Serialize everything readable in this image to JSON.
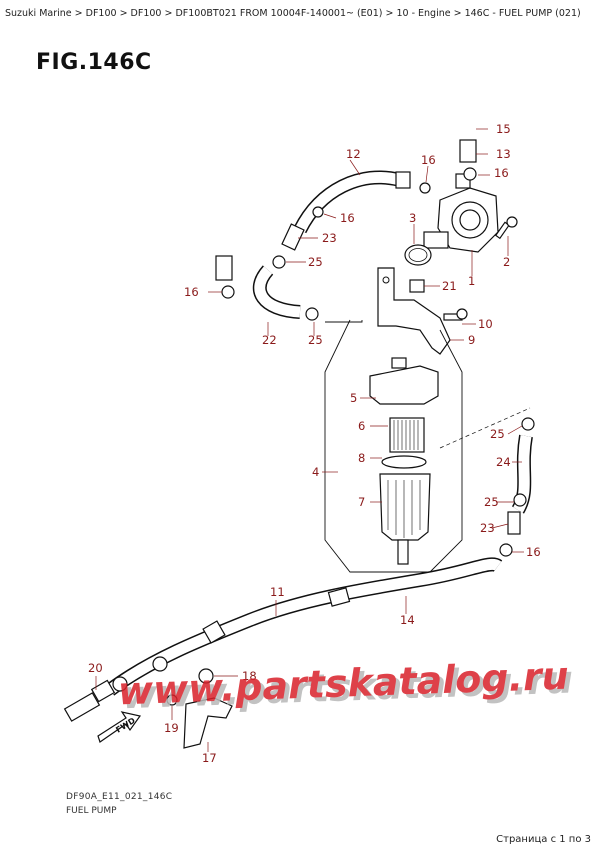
{
  "breadcrumb": "Suzuki Marine > DF100 > DF100 > DF100BT021 FROM 10004F-140001~ (E01) > 10 - Engine > 146C - FUEL PUMP (021)",
  "figure_title": "FIG.146C",
  "diagram_code": "DF90A_E11_021_146C",
  "caption": "FUEL PUMP",
  "pager": "Страница с 1 по 3",
  "watermark": "www.partskatalog.ru",
  "fwd_label": "FWD",
  "callouts": {
    "c1": "1",
    "c2": "2",
    "c3": "3",
    "c4": "4",
    "c5": "5",
    "c6": "6",
    "c7": "7",
    "c8": "8",
    "c9": "9",
    "c10": "10",
    "c11": "11",
    "c12": "12",
    "c13": "13",
    "c14": "14",
    "c15": "15",
    "c16a": "16",
    "c16b": "16",
    "c16c": "16",
    "c16d": "16",
    "c16e": "16",
    "c17": "17",
    "c18": "18",
    "c19": "19",
    "c20": "20",
    "c21": "21",
    "c22": "22",
    "c23a": "23",
    "c23b": "23",
    "c24": "24",
    "c25a": "25",
    "c25b": "25",
    "c25c": "25",
    "c25d": "25"
  },
  "colors": {
    "callout": "#8a1a1a",
    "watermark_red": "#d9212a",
    "watermark_gray": "#b8b8b8",
    "line": "#111111"
  }
}
